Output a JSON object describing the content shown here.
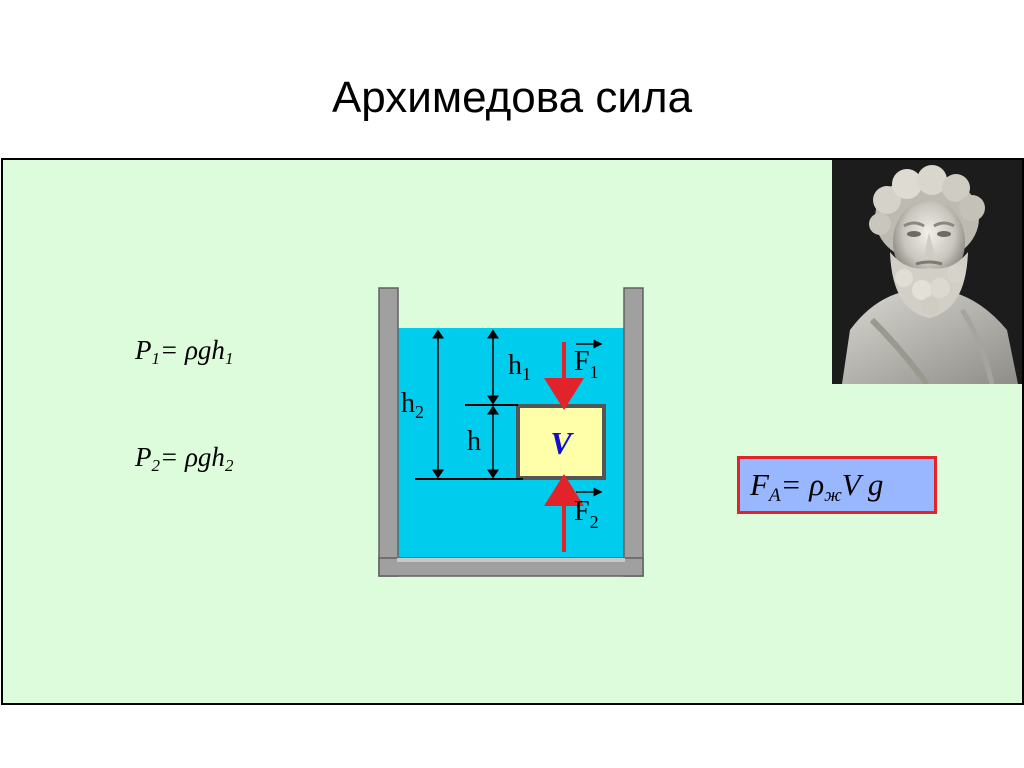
{
  "slide": {
    "title": "Архимедова сила"
  },
  "formulas": {
    "p1": {
      "lhs": "P",
      "lhs_sub": "1",
      "rhs": "= ρgh",
      "rhs_sub": "1"
    },
    "p2": {
      "lhs": "P",
      "lhs_sub": "2",
      "rhs": "= ρgh",
      "rhs_sub": "2"
    },
    "archimedes": {
      "lhs": "F",
      "lhs_sub": "A",
      "mid": "= ρ",
      "mid_sub": "ж",
      "rhs": "V g"
    }
  },
  "diagram": {
    "labels": {
      "h1": "h",
      "h1_sub": "1",
      "h2": "h",
      "h2_sub": "2",
      "h": "h",
      "v": "V",
      "f1": "F",
      "f1_sub": "1",
      "f2": "F",
      "f2_sub": "2"
    },
    "colors": {
      "water": "#00ccee",
      "body_fill": "#ffffaa",
      "force_arrow": "#e2242a",
      "vessel": "#a0a0a0",
      "v_label": "#1010cc"
    }
  },
  "colors": {
    "panel_bg": "#dcfcdc",
    "formula_box_bg": "#99b7ff",
    "formula_box_border": "#e2242a"
  },
  "portrait": {
    "icon": "archimedes-bust-icon"
  }
}
